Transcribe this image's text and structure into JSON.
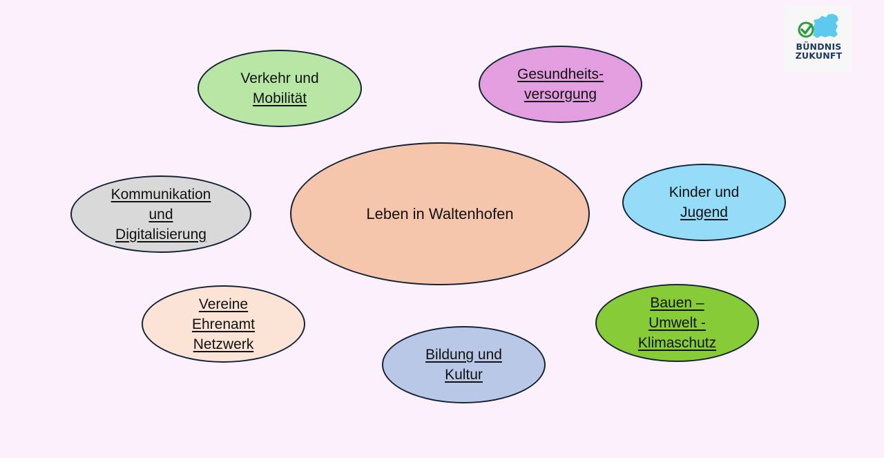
{
  "diagram": {
    "center": {
      "label": "Leben in Waltenhofen",
      "color": "#f5c6ab"
    },
    "topics": [
      {
        "id": "verkehr",
        "lines": [
          "Verkehr und",
          "Mobilität"
        ],
        "color": "#b7e6a5"
      },
      {
        "id": "gesundheit",
        "lines": [
          "Gesundheits-",
          "versorgung"
        ],
        "color": "#e39edf"
      },
      {
        "id": "kommunikation",
        "lines": [
          "Kommunikation",
          "und",
          "Digitalisierung"
        ],
        "color": "#d9d9d9"
      },
      {
        "id": "kinder",
        "lines": [
          "Kinder und",
          "Jugend"
        ],
        "color": "#94dcf8"
      },
      {
        "id": "vereine",
        "lines": [
          "Vereine",
          "Ehrenamt",
          "Netzwerk"
        ],
        "color": "#fbe3d6"
      },
      {
        "id": "bauen",
        "lines": [
          "Bauen –",
          "Umwelt -",
          "Klimaschutz"
        ],
        "color": "#87cc37"
      },
      {
        "id": "bildung",
        "lines": [
          "Bildung und",
          "Kultur"
        ],
        "color": "#bac8e7"
      }
    ]
  },
  "logo": {
    "line1": "BÜNDNIS",
    "line2": "ZUKUNFT",
    "check_color": "#2e9c3a",
    "map_color": "#5ec8ef",
    "text_color": "#1c3a63"
  }
}
